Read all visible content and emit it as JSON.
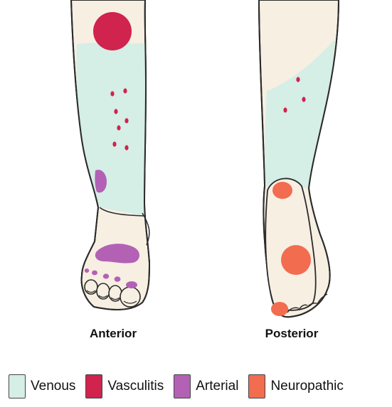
{
  "views": {
    "anterior_label": "Anterior",
    "posterior_label": "Posterior"
  },
  "legend": [
    {
      "key": "venous",
      "label": "Venous",
      "color": "#d5eee6"
    },
    {
      "key": "vasculitis",
      "label": "Vasculitis",
      "color": "#d0234d"
    },
    {
      "key": "arterial",
      "label": "Arterial",
      "color": "#b361b5"
    },
    {
      "key": "neuropathic",
      "label": "Neuropathic",
      "color": "#f26c4f"
    }
  ],
  "colors": {
    "skin": "#f7efe2",
    "outline": "#2b2b2b"
  }
}
